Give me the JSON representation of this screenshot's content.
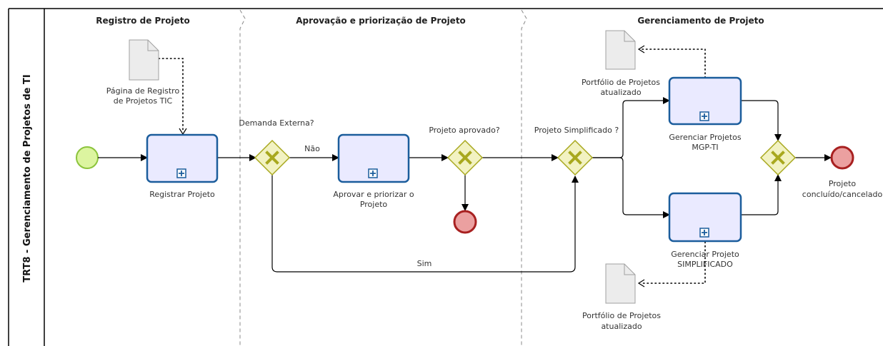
{
  "pool": {
    "title": "TRT8 - Gerenciamento de Projetos de TI"
  },
  "lanes": [
    {
      "title": "Registro de Projeto"
    },
    {
      "title": "Aprovação e priorização de Projeto"
    },
    {
      "title": "Gerenciamento de Projeto"
    }
  ],
  "tasks": {
    "registrar": {
      "line1": "Registrar Projeto"
    },
    "aprovar": {
      "line1": "Aprovar e priorizar o",
      "line2": "Projeto"
    },
    "mgp": {
      "line1": "Gerenciar Projetos",
      "line2": "MGP-TI"
    },
    "simplificado": {
      "line1": "Gerenciar Projeto",
      "line2": "SIMPLIFICADO"
    }
  },
  "gateways": {
    "demanda": "Demanda Externa?",
    "aprovado": "Projeto aprovado?",
    "simplificado": "Projeto Simplificado ?"
  },
  "flow_labels": {
    "nao": "Não",
    "sim": "Sim"
  },
  "documents": {
    "registro": {
      "line1": "Página de Registro",
      "line2": "de Projetos TIC"
    },
    "portfolio_top": {
      "line1": "Portfólio de Projetos",
      "line2": "atualizado"
    },
    "portfolio_bottom": {
      "line1": "Portfólio de Projetos",
      "line2": "atualizado"
    }
  },
  "end_event": {
    "line1": "Projeto",
    "line2": "concluído/cancelado"
  }
}
